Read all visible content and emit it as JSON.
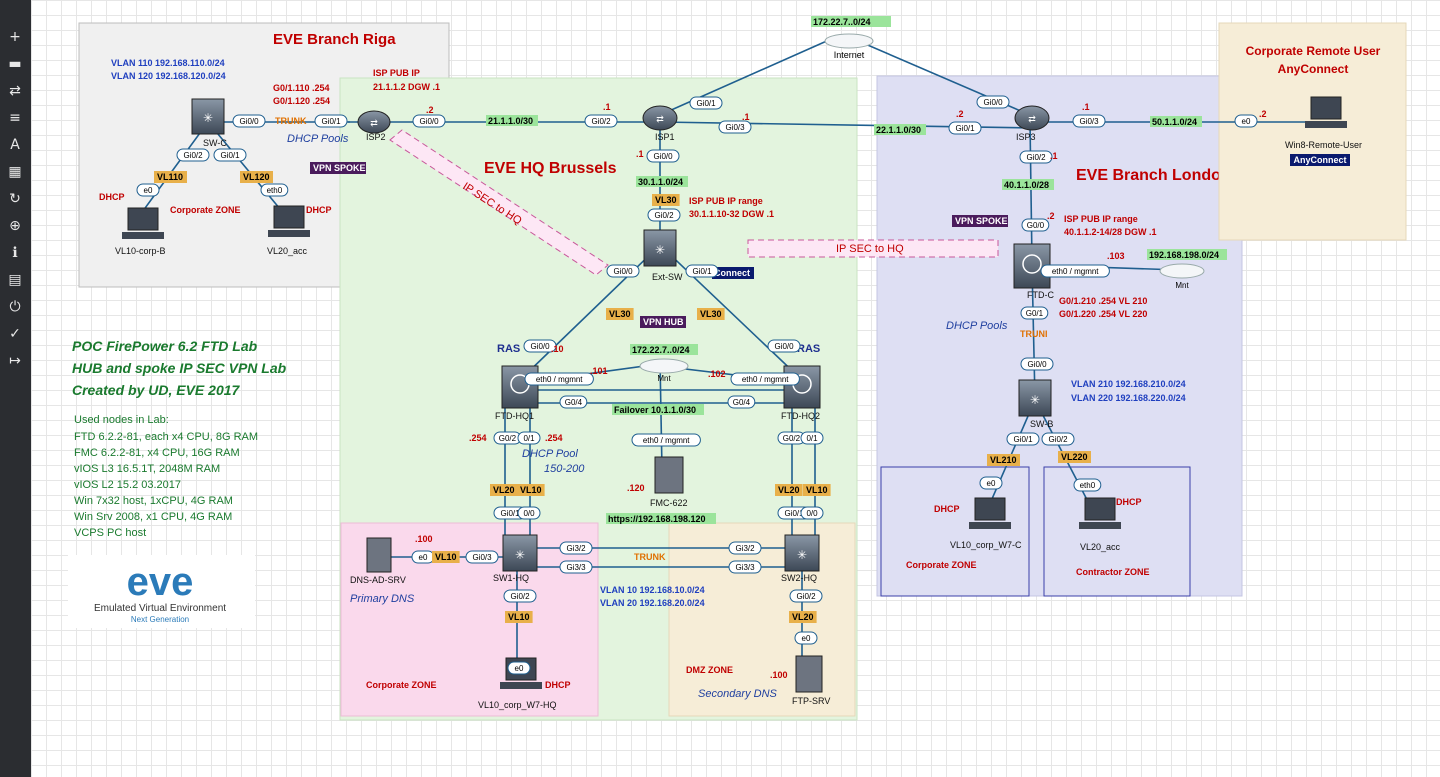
{
  "sidebar": {
    "icons": [
      {
        "name": "add-icon",
        "glyph": "+"
      },
      {
        "name": "storage-icon",
        "glyph": "▬"
      },
      {
        "name": "swap-icon",
        "glyph": "⇄"
      },
      {
        "name": "list-icon",
        "glyph": "≡"
      },
      {
        "name": "text-icon",
        "glyph": "A"
      },
      {
        "name": "grid-icon",
        "glyph": "▦"
      },
      {
        "name": "refresh-icon",
        "glyph": "↻"
      },
      {
        "name": "zoom-icon",
        "glyph": "⊕"
      },
      {
        "name": "info-icon",
        "glyph": "ℹ"
      },
      {
        "name": "notes-icon",
        "glyph": "▤"
      },
      {
        "name": "power-icon",
        "glyph": "⏻"
      },
      {
        "name": "check-icon",
        "glyph": "✓"
      },
      {
        "name": "logout-icon",
        "glyph": "↦"
      }
    ]
  },
  "zones": {
    "riga_title": "EVE Branch Riga",
    "hq_title": "EVE HQ Brussels",
    "london_title": "EVE Branch London",
    "remote_title_1": "Corporate Remote User",
    "remote_title_2": "AnyConnect"
  },
  "info": {
    "title_1": "POC FirePower 6.2 FTD Lab",
    "title_2": "HUB and spoke IP SEC VPN Lab",
    "title_3": "Created by UD, EVE 2017",
    "nodes_header": "Used nodes in Lab:",
    "nodes": [
      "FTD 6.2.2-81, each x4 CPU, 8G RAM",
      "FMC 6.2.2-81, x4 CPU, 16G RAM",
      "vIOS L3 16.5.1T, 2048M RAM",
      "vIOS L2 15.2 03.2017",
      "Win 7x32 host, 1xCPU, 4G RAM",
      "Win Srv 2008, x1 CPU, 4G RAM",
      "VCPS PC host"
    ]
  },
  "logo": {
    "main": "eve",
    "sub": "Emulated Virtual Environment",
    "tag": "Next Generation"
  },
  "nodes": {
    "internet": "Internet",
    "isp1": "ISP1",
    "isp2": "ISP2",
    "isp3": "ISP3",
    "ext_sw": "Ext-SW",
    "ftd_hq1": "FTD-HQ1",
    "ftd_hq2": "FTD-HQ2",
    "fmc": "FMC-622",
    "mnt": "Mnt",
    "sw1": "SW1-HQ",
    "sw2": "SW2-HQ",
    "dns": "DNS-AD-SRV",
    "vl10_corp_w7_hq": "VL10_corp_W7-HQ",
    "ftp": "FTP-SRV",
    "sw_c": "SW-C",
    "vl10_corp_b": "VL10-corp-B",
    "vl20_acc": "VL20_acc",
    "ftd_c": "FTD-C",
    "mnt_c": "Mnt",
    "sw_b": "SW-B",
    "vl10_corp_w7_c": "VL10_corp_W7-C",
    "vl20_acc_b": "VL20_acc",
    "win8": "Win8-Remote-User"
  },
  "subnets": {
    "internet": "172.22.7..0/24",
    "isp2_isp1": "21.1.1.0/30",
    "isp1_isp3": "22.1.1.0/30",
    "isp1_ext": "30.1.1.0/24",
    "isp3_ftdc": "40.1.1.0/28",
    "isp3_win8": "50.1.1.0/24",
    "mnt_hq": "172.22.7..0/24",
    "mnt_c": "192.168.198.0/24",
    "failover": "Failover 10.1.1.0/30",
    "fmc_url": "https://192.168.198.120"
  },
  "notes": {
    "riga_vlans_1": "VLAN 110 192.168.110.0/24",
    "riga_vlans_2": "VLAN 120 192.168.120.0/24",
    "riga_sub_1": "G0/1.110 .254",
    "riga_sub_2": "G0/1.120 .254",
    "riga_isp_1": "ISP PUB IP",
    "riga_isp_2": "21.1.1.2 DGW .1",
    "dhcp_pools": "DHCP Pools",
    "vpn_spoke": "VPN SPOKE",
    "vpn_hub": "VPN HUB",
    "ipsec_hq": "IP SEC to HQ",
    "corp_zone": "Corporate ZONE",
    "dhcp": "DHCP",
    "trunk": "TRUNK",
    "hq_isp_1": "ISP PUB IP range",
    "hq_isp_2": "30.1.1.10-32 DGW .1",
    "ras": "RAS",
    "dhcp_pool_hq_1": "DHCP Pool",
    "dhcp_pool_hq_2": "150-200",
    "vlan_hq_1": "VLAN 10 192.168.10.0/24",
    "vlan_hq_2": "VLAN 20 192.168.20.0/24",
    "primary_dns": "Primary DNS",
    "secondary_dns": "Secondary DNS",
    "dmz_zone": "DMZ ZONE",
    "london_isp_1": "ISP PUB IP range",
    "london_isp_2": "40.1.1.2-14/28 DGW .1",
    "london_sub_1": "G0/1.210 .254 VL 210",
    "london_sub_2": "G0/1.220 .254  VL 220",
    "london_vlan_1": "VLAN 210 192.168.210.0/24",
    "london_vlan_2": "VLAN 220 192.168.220.0/24",
    "contractor_zone": "Contractor ZONE",
    "anyconnect": "AnyConnect",
    "connect": "Connect",
    "trunk_c": "TRUNI"
  }
}
